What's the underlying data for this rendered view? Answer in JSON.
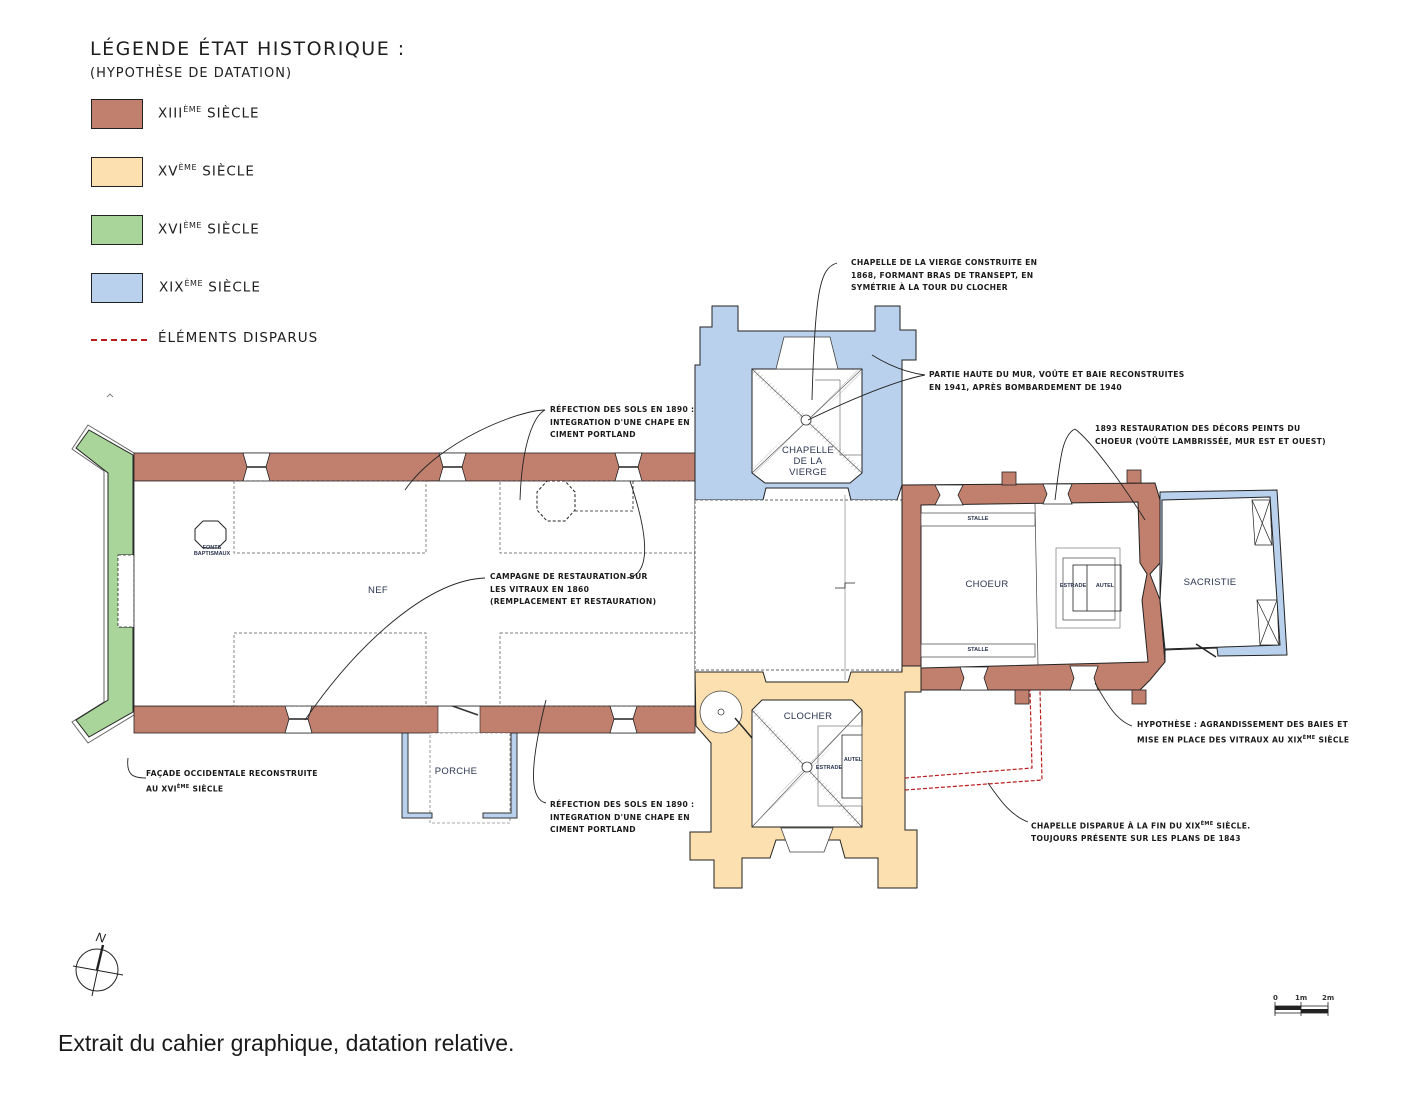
{
  "legend": {
    "title": "LÉGENDE ÉTAT HISTORIQUE :",
    "subtitle": "(HYPOTHÈSE DE DATATION)",
    "items": [
      {
        "century": "XIII",
        "sup": "ÈME",
        "label": "SIÈCLE",
        "color": "#c17f6d"
      },
      {
        "century": "XV",
        "sup": "ÈME",
        "label": "SIÈCLE",
        "color": "#fde0b0"
      },
      {
        "century": "XVI",
        "sup": "ÈME",
        "label": "SIÈCLE",
        "color": "#a9d59a"
      },
      {
        "century": "XIX",
        "sup": "ÈME",
        "label": "SIÈCLE",
        "color": "#b9d1ec"
      }
    ],
    "lost_elements": {
      "label": "ÉLÉMENTS DISPARUS",
      "color": "#b81c1c"
    }
  },
  "rooms": {
    "nef": "NEF",
    "fonts_1": "FONTS",
    "fonts_2": "BAPTISMAUX",
    "porche": "PORCHE",
    "chapelle_1": "CHAPELLE",
    "chapelle_2": "DE LA",
    "chapelle_3": "VIERGE",
    "clocher": "CLOCHER",
    "clocher_estrade": "ESTRADE",
    "clocher_autel": "AUTEL",
    "choeur": "CHOEUR",
    "stalle_top": "STALLE",
    "stalle_bottom": "STALLE",
    "estrade": "ESTRADE",
    "autel": "AUTEL",
    "sacristie": "SACRISTIE"
  },
  "annotations": {
    "chapelle_vierge": [
      "CHAPELLE DE LA VIERGE CONSTRUITE EN",
      "1868, FORMANT BRAS DE TRANSEPT, EN",
      "SYMÉTRIE À LA TOUR DU CLOCHER"
    ],
    "partie_haute": [
      "PARTIE HAUTE DU MUR, VOÛTE ET BAIE RECONSTRUITES",
      "EN 1941, APRÈS BOMBARDEMENT DE 1940"
    ],
    "restauration_1893": [
      "1893 RESTAURATION DES DÉCORS PEINTS DU",
      "CHOEUR (VOÛTE LAMBRISSÉE, MUR EST ET OUEST)"
    ],
    "refection_top": [
      "RÉFECTION DES SOLS EN 1890 :",
      "INTEGRATION D'UNE CHAPE EN",
      "CIMENT PORTLAND"
    ],
    "vitraux_1860": [
      "CAMPAGNE DE RESTAURATION SUR",
      "LES VITRAUX EN 1860",
      "(REMPLACEMENT ET RESTAURATION)"
    ],
    "hypothese": {
      "line1": "HYPOTHÈSE : AGRANDISSEMENT DES BAIES ET",
      "line2_pre": "MISE EN PLACE DES VITRAUX AU XIX",
      "line2_sup": "ÈME",
      "line2_post": " SIÈCLE"
    },
    "chapelle_disparue": {
      "line1_pre": "CHAPELLE DISPARUE À LA FIN DU XIX",
      "line1_sup": "ÈME",
      "line1_post": " SIÈCLE.",
      "line2": "TOUJOURS PRÉSENTE SUR LES PLANS DE 1843"
    },
    "facade": {
      "line1": "FAÇADE OCCIDENTALE RECONSTRUITE",
      "line2_pre": "AU XVI",
      "line2_sup": "ÈME",
      "line2_post": " SIÈCLE"
    },
    "refection_bottom": [
      "RÉFECTION DES SOLS EN 1890 :",
      "INTEGRATION D'UNE CHAPE EN",
      "CIMENT PORTLAND"
    ]
  },
  "north_arrow": {
    "label": "N"
  },
  "scale_bar": {
    "labels": [
      "0",
      "1m",
      "2m"
    ]
  },
  "caption": "Extrait du cahier graphique, datation relative."
}
